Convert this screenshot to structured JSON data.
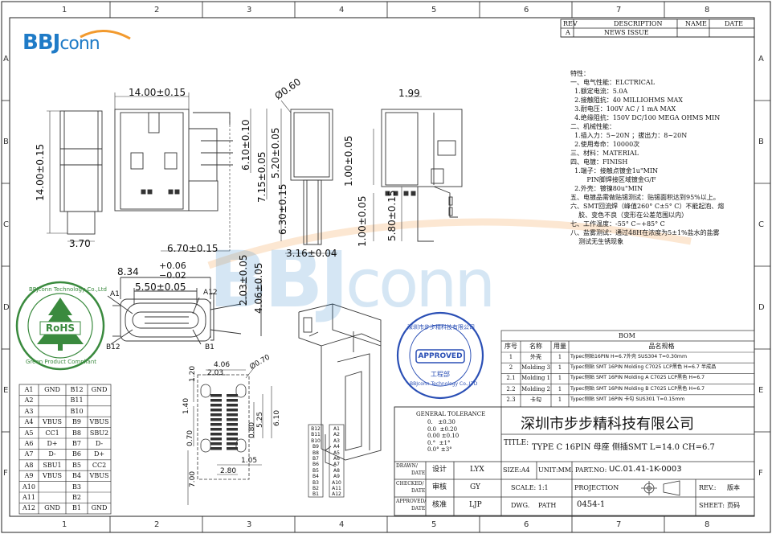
{
  "grid": {
    "cols": [
      "1",
      "2",
      "3",
      "4",
      "5",
      "6",
      "7",
      "8"
    ],
    "rows": [
      "A",
      "B",
      "C",
      "D",
      "E",
      "F"
    ]
  },
  "logo": {
    "brand_bold": "BBJ",
    "brand_light": "conn",
    "watermark_bold": "BBJ",
    "watermark_light": "conn"
  },
  "revision": {
    "headers": [
      "REV",
      "DESCRIPTION",
      "NAME",
      "DATE"
    ],
    "row": {
      "rev": "A",
      "description": "NEWS ISSUE",
      "name": "",
      "date": ""
    }
  },
  "specs": [
    "特性：",
    "一、电气性能：ELCTRICAL",
    "  1.额定电流：5.0A",
    "  2.接触阻抗：40 MILLIOHMS MAX",
    "  3.耐电压：100V AC / 1 mA MAX",
    "  4.绝缘阻抗：150V DC/100 MEGA OHMS MIN",
    "二、机械性能：",
    "  1.插入力：5~20N ；拔出力：8~20N",
    "  2.使用寿命：10000次",
    "三、材料：MATERIAL",
    "四、电镀：FINISH",
    "  1.端子：接触点镀金1u\"MIN",
    "        PIN脚焊接区域镀金G/F",
    "  2.外壳：镀镍80u\"MIN",
    "五、电镀品需做贴锡测试：贴锡面积达到95%以上。",
    "六、SMT回流焊（峰值260° C±5° C）不能起泡、熔",
    "    胶、变色不良（变形在公差范围以内）",
    "七、工作温度：-55° C~+85° C",
    "八、盐雾测试：通过48H在浓度为5±1%盐水的盐雾",
    "    测试无生锈现象"
  ],
  "dimensions": {
    "d1": "14.00±0.15",
    "d2": "14.00±0.15",
    "d3": "3.70",
    "d4": "6.70±0.15",
    "d5": "6.10±0.10",
    "d6": "7.15±0.05",
    "d7": "5.20±0.05",
    "d8": "6.30±0.15",
    "d9": "Ø0.60",
    "d10": "1.99",
    "d11": "1.00±0.05",
    "d12": "1.00±0.05",
    "d13": "5.80±0.15",
    "d14": "3.16±0.04",
    "d15": "8.34",
    "d15a": "+0.06",
    "d15b": "−0.02",
    "d16": "5.50±0.05",
    "d17": "2.03±0.05",
    "d18": "4.06±0.05",
    "p1": "4.06",
    "p2": "2.03",
    "p3": "Ø0.70",
    "p4": "1.20",
    "p5": "1.40",
    "p6": "0.70",
    "p7": "0.80",
    "p8": "5.25",
    "p9": "6.10",
    "p10": "1.05",
    "p11": "2.80",
    "p12": "7.00"
  },
  "callouts": {
    "a1": "A1",
    "a12": "A12",
    "b12": "B12",
    "b1": "B1"
  },
  "green_stamp": {
    "top": "BBJconn Technology Co.,Ltd",
    "badge": "RoHS",
    "bottom": "Green Product Compliant"
  },
  "blue_stamp": {
    "top": "深圳市步步精科技有限公司",
    "badge": "APPROVED",
    "dept": "工程部",
    "bottom": "BBJconn Technology Co.,LTD"
  },
  "pin_table": [
    [
      "A1",
      "GND",
      "B12",
      "GND"
    ],
    [
      "A2",
      "",
      "B11",
      ""
    ],
    [
      "A3",
      "",
      "B10",
      ""
    ],
    [
      "A4",
      "VBUS",
      "B9",
      "VBUS"
    ],
    [
      "A5",
      "CC1",
      "B8",
      "SBU2"
    ],
    [
      "A6",
      "D+",
      "B7",
      "D-"
    ],
    [
      "A7",
      "D-",
      "B6",
      "D+"
    ],
    [
      "A8",
      "SBU1",
      "B5",
      "CC2"
    ],
    [
      "A9",
      "VBUS",
      "B4",
      "VBUS"
    ],
    [
      "A10",
      "",
      "B3",
      ""
    ],
    [
      "A11",
      "",
      "B2",
      ""
    ],
    [
      "A12",
      "GND",
      "B1",
      "GND"
    ]
  ],
  "pad_labels": {
    "left": [
      "B12",
      "B11",
      "B10",
      "B9",
      "B8",
      "B7",
      "B6",
      "B5",
      "B4",
      "B3",
      "B2",
      "B1"
    ],
    "right": [
      "A1",
      "A2",
      "A3",
      "A4",
      "A5",
      "A6",
      "A7",
      "A8",
      "A9",
      "A10",
      "A11",
      "A12"
    ]
  },
  "bom": {
    "title": "BOM",
    "headers": [
      "序号",
      "名称",
      "用量",
      "品名规格"
    ],
    "rows": [
      [
        "1",
        "外壳",
        "1",
        "Typec侧贴16PIN H=6.7外壳 SUS304 T=0.30mm"
      ],
      [
        "2",
        "Molding 3",
        "1",
        "Typec侧贴 SMT 16PIN Molding C7025 LCP黑色  H=6.7 半成品"
      ],
      [
        "2.1",
        "Molding 1",
        "1",
        "Typec侧贴 SMT 16PIN Molding A C7025 LCP黑色  H=6.7"
      ],
      [
        "2.2",
        "Molding 2",
        "1",
        "Typec侧贴 SMT 16PIN Molding B C7025 LCP黑色  H=6.7"
      ],
      [
        "2.3",
        "卡勾",
        "1",
        "Typec侧贴 SMT 16PIN 卡勾 SUS301 T=0.15mm"
      ]
    ]
  },
  "tolerance": {
    "title": "GENERAL TOLERANCE",
    "rows": [
      "0.   ±0.30",
      "0.0  ±0.20",
      "0.00 ±0.10",
      "0.°  ±1°",
      "0.0° ±3°"
    ]
  },
  "title_block": {
    "company": "深圳市步步精科技有限公司",
    "title_label": "TITLE:",
    "title": "TYPE C 16PIN 母座 侧插SMT L=14.0 CH=6.7",
    "drawn_label": "DRAWN/",
    "drawn_date": "DATE",
    "drawn_role": "设计",
    "drawn_name": "LYX",
    "checked_label": "CHECKED/",
    "checked_date": "DATE",
    "checked_role": "审核",
    "checked_name": "GY",
    "approved_label": "APPROVED/",
    "approved_date": "DATE",
    "approved_role": "核准",
    "approved_name": "LJP",
    "size": "SIZE:A4",
    "unit": "UNIT:MM.",
    "part_label": "PART.NO:",
    "part_no": "UC.01.41-1K-0003",
    "scale": "SCALE: 1:1",
    "projection": "PROJECTION",
    "rev_label": "REV.:",
    "rev_value": "版本",
    "dwg_label": "DWG.",
    "path_label": "PATH",
    "dwg_no": "0454-1",
    "sheet_label": "SHEET:",
    "sheet_value": "页码"
  }
}
